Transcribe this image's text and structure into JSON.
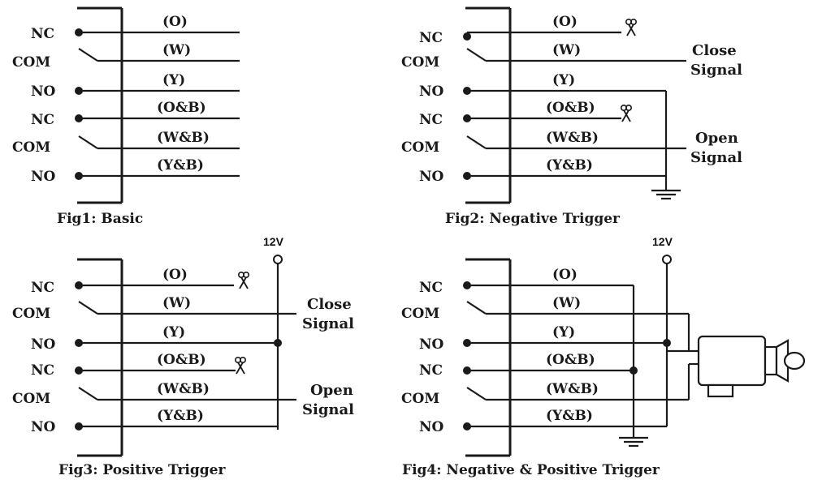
{
  "labels": {
    "nc": "NC",
    "com": "COM",
    "no": "NO"
  },
  "wires": [
    "(O)",
    "(W)",
    "(Y)",
    "(O&B)",
    "(W&B)",
    "(Y&B)"
  ],
  "signals": {
    "close_line1": "Close",
    "close_line2": "Signal",
    "open_line1": "Open",
    "open_line2": "Signal"
  },
  "voltage": "12V",
  "captions": {
    "fig1": "Fig1: Basic",
    "fig2": "Fig2: Negative Trigger",
    "fig3": "Fig3: Positive Trigger",
    "fig4": "Fig4: Negative & Positive Trigger"
  },
  "icons": {
    "cut": "scissors-icon",
    "ground": "ground-symbol",
    "siren": "siren-icon"
  }
}
